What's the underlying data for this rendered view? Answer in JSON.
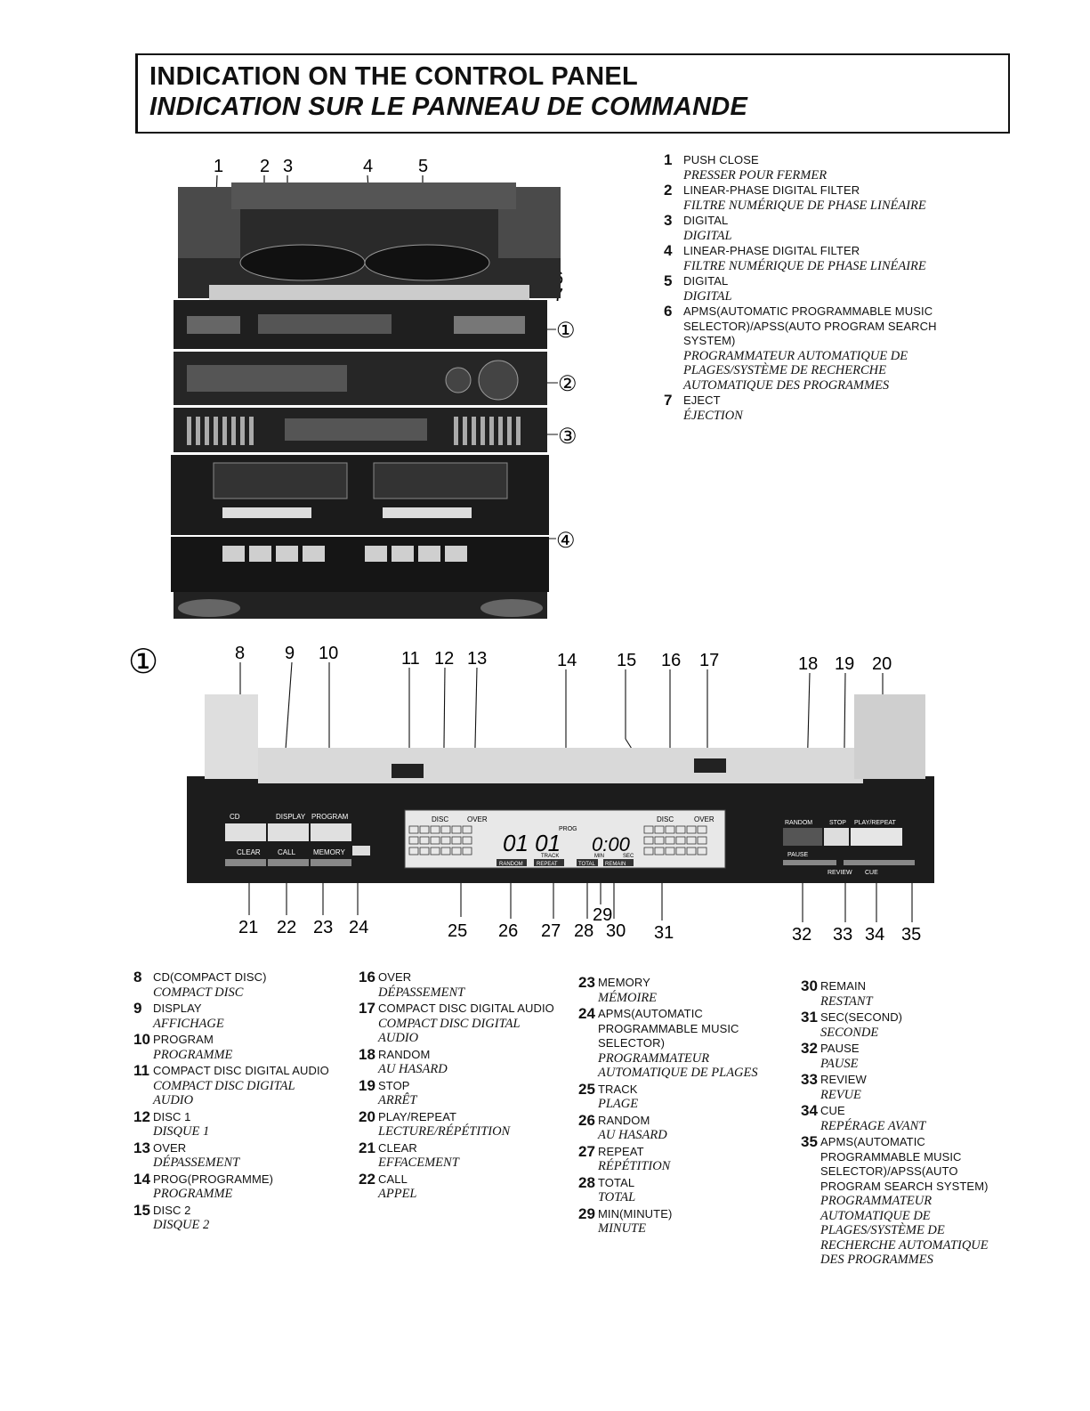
{
  "header": {
    "title_en": "INDICATION ON THE CONTROL PANEL",
    "title_fr": "INDICATION SUR LE PANNEAU DE COMMANDE"
  },
  "top_diagram": {
    "callouts": [
      "1",
      "2",
      "3",
      "4",
      "5",
      "6",
      "7"
    ],
    "section_markers": [
      "①",
      "②",
      "③",
      "④"
    ]
  },
  "panel_diagram": {
    "section_marker": "①",
    "callouts_top": [
      "8",
      "9",
      "10",
      "11",
      "12",
      "13",
      "14",
      "15",
      "16",
      "17",
      "18",
      "19",
      "20"
    ],
    "callouts_bottom": [
      "21",
      "22",
      "23",
      "24",
      "25",
      "26",
      "27",
      "28",
      "29",
      "30",
      "31",
      "32",
      "33",
      "34",
      "35"
    ],
    "labels": {
      "cd": "CD",
      "display": "DISPLAY",
      "program": "PROGRAM",
      "clear": "CLEAR",
      "call": "CALL",
      "memory": "MEMORY",
      "disc": "DISC",
      "over": "OVER",
      "prog": "PROG",
      "track": "TRACK",
      "min": "MIN",
      "sec": "SEC",
      "random_lcd": "RANDOM",
      "repeat_lcd": "REPEAT",
      "total_lcd": "TOTAL",
      "remain_lcd": "REMAIN",
      "random": "RANDOM",
      "stop": "STOP",
      "play_repeat": "PLAY/REPEAT",
      "pause": "PAUSE",
      "review": "REVIEW",
      "cue": "CUE",
      "track_display": "01 01",
      "time_display": "0:00"
    }
  },
  "top_legend": [
    {
      "n": "1",
      "en": "PUSH CLOSE",
      "fr": "PRESSER POUR FERMER"
    },
    {
      "n": "2",
      "en": "LINEAR-PHASE DIGITAL FILTER",
      "fr": "FILTRE NUMÉRIQUE DE PHASE LINÉAIRE"
    },
    {
      "n": "3",
      "en": "DIGITAL",
      "fr": "DIGITAL"
    },
    {
      "n": "4",
      "en": "LINEAR-PHASE DIGITAL FILTER",
      "fr": "FILTRE NUMÉRIQUE DE PHASE LINÉAIRE"
    },
    {
      "n": "5",
      "en": "DIGITAL",
      "fr": "DIGITAL"
    },
    {
      "n": "6",
      "en": "APMS(AUTOMATIC PROGRAMMABLE MUSIC SELECTOR)/APSS(AUTO PROGRAM SEARCH SYSTEM)",
      "fr": "PROGRAMMATEUR AUTOMATIQUE DE PLAGES/SYSTÈME DE RECHERCHE AUTOMATIQUE DES PROGRAMMES"
    },
    {
      "n": "7",
      "en": "EJECT",
      "fr": "ÉJECTION"
    }
  ],
  "legend_columns": [
    [
      {
        "n": "8",
        "en": "CD(COMPACT DISC)",
        "fr": "COMPACT DISC"
      },
      {
        "n": "9",
        "en": "DISPLAY",
        "fr": "AFFICHAGE"
      },
      {
        "n": "10",
        "en": "PROGRAM",
        "fr": "PROGRAMME"
      },
      {
        "n": "11",
        "en": "COMPACT DISC DIGITAL AUDIO",
        "fr": "COMPACT DISC DIGITAL AUDIO"
      },
      {
        "n": "12",
        "en": "DISC 1",
        "fr": "DISQUE 1"
      },
      {
        "n": "13",
        "en": "OVER",
        "fr": "DÉPASSEMENT"
      },
      {
        "n": "14",
        "en": "PROG(PROGRAMME)",
        "fr": "PROGRAMME"
      },
      {
        "n": "15",
        "en": "DISC 2",
        "fr": "DISQUE 2"
      }
    ],
    [
      {
        "n": "16",
        "en": "OVER",
        "fr": "DÉPASSEMENT"
      },
      {
        "n": "17",
        "en": "COMPACT DISC DIGITAL AUDIO",
        "fr": "COMPACT DISC DIGITAL AUDIO"
      },
      {
        "n": "18",
        "en": "RANDOM",
        "fr": "AU HASARD"
      },
      {
        "n": "19",
        "en": "STOP",
        "fr": "ARRÊT"
      },
      {
        "n": "20",
        "en": "PLAY/REPEAT",
        "fr": "LECTURE/RÉPÉTITION"
      },
      {
        "n": "21",
        "en": "CLEAR",
        "fr": "EFFACEMENT"
      },
      {
        "n": "22",
        "en": "CALL",
        "fr": "APPEL"
      }
    ],
    [
      {
        "n": "23",
        "en": "MEMORY",
        "fr": "MÉMOIRE"
      },
      {
        "n": "24",
        "en": "APMS(AUTOMATIC PROGRAMMABLE MUSIC SELECTOR)",
        "fr": "PROGRAMMATEUR AUTOMATIQUE DE PLAGES"
      },
      {
        "n": "25",
        "en": "TRACK",
        "fr": "PLAGE"
      },
      {
        "n": "26",
        "en": "RANDOM",
        "fr": "AU HASARD"
      },
      {
        "n": "27",
        "en": "REPEAT",
        "fr": "RÉPÉTITION"
      },
      {
        "n": "28",
        "en": "TOTAL",
        "fr": "TOTAL"
      },
      {
        "n": "29",
        "en": "MIN(MINUTE)",
        "fr": "MINUTE"
      }
    ],
    [
      {
        "n": "30",
        "en": "REMAIN",
        "fr": "RESTANT"
      },
      {
        "n": "31",
        "en": "SEC(SECOND)",
        "fr": "SECONDE"
      },
      {
        "n": "32",
        "en": "PAUSE",
        "fr": "PAUSE"
      },
      {
        "n": "33",
        "en": "REVIEW",
        "fr": "REVUE"
      },
      {
        "n": "34",
        "en": "CUE",
        "fr": "REPÉRAGE AVANT"
      },
      {
        "n": "35",
        "en": "APMS(AUTOMATIC PROGRAMMABLE MUSIC SELECTOR)/APSS(AUTO PROGRAM SEARCH SYSTEM)",
        "fr": "PROGRAMMATEUR AUTOMATIQUE DE PLAGES/SYSTÈME DE RECHERCHE AUTOMATIQUE DES PROGRAMMES"
      }
    ]
  ]
}
